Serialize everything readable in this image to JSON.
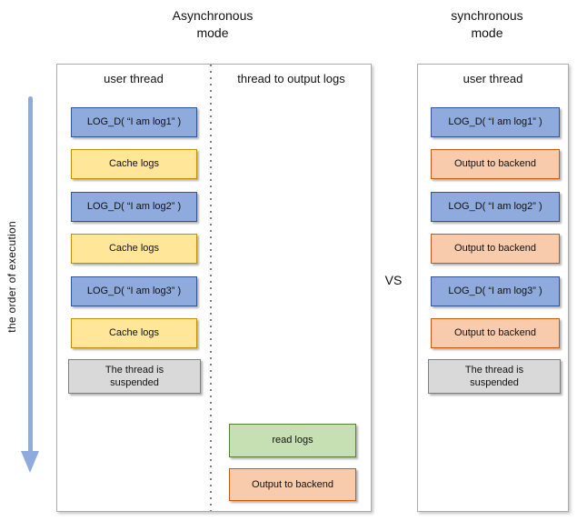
{
  "titles": {
    "async": "Asynchronous\nmode",
    "sync": "synchronous\nmode"
  },
  "vs_label": "VS",
  "execution_axis": {
    "label": "the order of execution"
  },
  "colors": {
    "log_call_fill": "#8FAADC",
    "log_call_border": "#2F5597",
    "cache_fill": "#FFE699",
    "cache_border": "#BF9000",
    "read_fill": "#C6E0B4",
    "read_border": "#538135",
    "output_fill": "#F8CBAD",
    "output_border": "#C55A11",
    "suspended_fill": "#D9D9D9",
    "suspended_border": "#808080",
    "arrow": "#8FAADC"
  },
  "async_panel": {
    "user_thread": {
      "header": "user thread",
      "boxes": [
        {
          "label": "LOG_D( “I am log1” )",
          "type": "log-call"
        },
        {
          "label": "Cache logs",
          "type": "cache"
        },
        {
          "label": "LOG_D( “I am log2” )",
          "type": "log-call"
        },
        {
          "label": "Cache logs",
          "type": "cache"
        },
        {
          "label": "LOG_D( “I am log3” )",
          "type": "log-call"
        },
        {
          "label": "Cache logs",
          "type": "cache"
        },
        {
          "label": "The thread is\nsuspended",
          "type": "suspended"
        }
      ]
    },
    "output_thread": {
      "header": "thread to output logs",
      "boxes": [
        {
          "label": "read logs",
          "type": "read"
        },
        {
          "label": "Output to backend",
          "type": "output"
        }
      ]
    }
  },
  "sync_panel": {
    "user_thread": {
      "header": "user thread",
      "boxes": [
        {
          "label": "LOG_D( “I am log1” )",
          "type": "log-call"
        },
        {
          "label": "Output to backend",
          "type": "output"
        },
        {
          "label": "LOG_D( “I am log2” )",
          "type": "log-call"
        },
        {
          "label": "Output to backend",
          "type": "output"
        },
        {
          "label": "LOG_D( “I am log3” )",
          "type": "log-call"
        },
        {
          "label": "Output to backend",
          "type": "output"
        },
        {
          "label": "The thread is\nsuspended",
          "type": "suspended"
        }
      ]
    }
  }
}
